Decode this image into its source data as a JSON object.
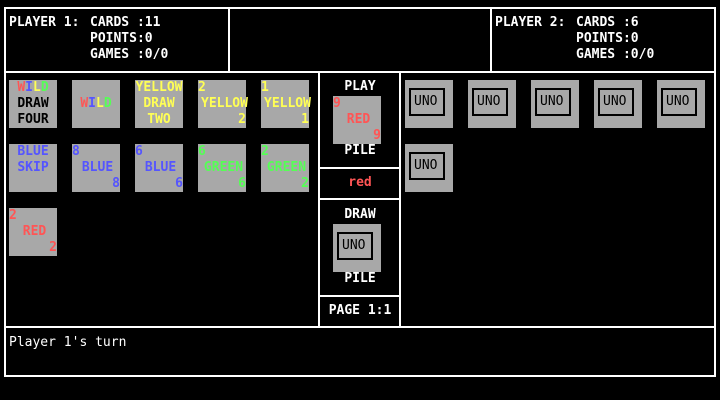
{
  "player1": {
    "label": "PLAYER 1:",
    "cards_label": "CARDS :11",
    "points_label": "POINTS:0",
    "games_label": "GAMES :0/0"
  },
  "player2": {
    "label": "PLAYER 2:",
    "cards_label": "CARDS :6",
    "points_label": "POINTS:0",
    "games_label": "GAMES :0/0"
  },
  "colors": {
    "red": "#ff5555",
    "blue": "#5555ff",
    "green": "#55ff55",
    "yellow": "#ffff55",
    "black": "#000000",
    "card": "#a8a8a8"
  },
  "hand": [
    {
      "lines": [
        "WILD",
        "DRAW",
        "FOUR"
      ],
      "color": "black",
      "wild_line": 0
    },
    {
      "lines": [
        "",
        "WILD",
        ""
      ],
      "color": "black",
      "wild_line": 1
    },
    {
      "lines": [
        "YELLOW",
        "DRAW",
        "TWO"
      ],
      "color": "yellow"
    },
    {
      "corner": "2",
      "name": "YELLOW",
      "bottom": "2",
      "color": "yellow"
    },
    {
      "corner": "1",
      "name": "YELLOW",
      "bottom": "1",
      "color": "yellow"
    },
    {
      "lines": [
        "BLUE",
        "SKIP",
        ""
      ],
      "color": "blue"
    },
    {
      "corner": "8",
      "name": "BLUE",
      "bottom": "8",
      "color": "blue"
    },
    {
      "corner": "6",
      "name": "BLUE",
      "bottom": "6",
      "color": "blue"
    },
    {
      "corner": "6",
      "name": "GREEN",
      "bottom": "6",
      "color": "green"
    },
    {
      "corner": "2",
      "name": "GREEN",
      "bottom": "2",
      "color": "green"
    },
    {
      "corner": "2",
      "name": "RED",
      "bottom": "2",
      "color": "red"
    }
  ],
  "opponent_cards": [
    "UNO",
    "UNO",
    "UNO",
    "UNO",
    "UNO",
    "UNO"
  ],
  "play_pile": {
    "title": "PLAY",
    "footer": "PILE",
    "card": {
      "corner": "9",
      "name": "RED",
      "bottom": "9",
      "color": "red"
    }
  },
  "current_color": "red",
  "draw_pile": {
    "title": "DRAW",
    "footer": "PILE",
    "card_label": "UNO"
  },
  "page_label": "PAGE 1:1",
  "status": "Player 1's turn"
}
